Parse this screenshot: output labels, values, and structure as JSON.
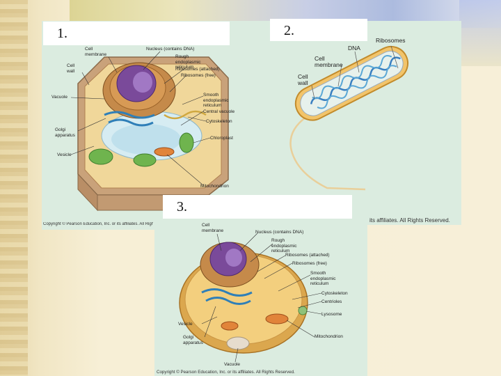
{
  "slide": {
    "captions": [
      "1.",
      "2.",
      "3."
    ]
  },
  "plant_cell": {
    "labels": {
      "cell_membrane": "Cell membrane",
      "cell_wall": "Cell wall",
      "nucleus": "Nucleus (contains DNA)",
      "rough_er": "Rough endoplasmic reticulum",
      "ribosomes_attached": "Ribosomes (attached)",
      "ribosomes_free": "Ribosomes (free)",
      "vacuole": "Vacuole",
      "smooth_er": "Smooth endoplasmic reticulum",
      "central_vacuole": "Central vacuole",
      "cytoskeleton": "Cytoskeleton",
      "golgi": "Golgi apparatus",
      "chloroplast": "Chloroplast",
      "vesicle": "Vesicle",
      "mitochondrion": "Mitochondrion"
    },
    "copyright": "Copyright © Pearson Education, Inc. or its affiliates. All Rights Reserved."
  },
  "bacterium": {
    "labels": {
      "dna": "DNA",
      "ribosomes": "Ribosomes",
      "cell_membrane": "Cell membrane",
      "cell_wall": "Cell wall"
    },
    "copyright": "its affiliates. All Rights Reserved."
  },
  "animal_cell": {
    "labels": {
      "cell_membrane": "Cell membrane",
      "nucleus": "Nucleus (contains DNA)",
      "rough_er": "Rough endoplasmic reticulum",
      "ribosomes_attached": "Ribosomes (attached)",
      "ribosomes_free": "Ribosomes (free)",
      "smooth_er": "Smooth endoplasmic reticulum",
      "cytoskeleton": "Cytoskeleton",
      "centrioles": "Centrioles",
      "lysosome": "Lysosome",
      "vesicle": "Vesicle",
      "golgi": "Golgi apparatus",
      "mitochondrion": "Mitochondrion",
      "vacuole": "Vacuole"
    },
    "copyright": "Copyright © Pearson Education, Inc. or its affiliates. All Rights Reserved."
  }
}
